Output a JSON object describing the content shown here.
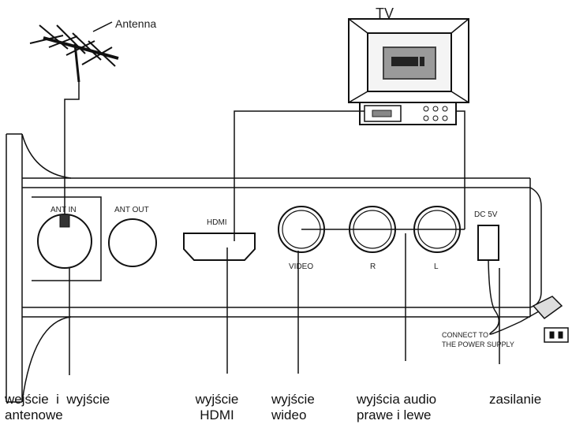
{
  "diagram": {
    "antenna_label": "Antenna",
    "tv_label": "TV",
    "panel": {
      "ant_in": "ANT IN",
      "ant_out": "ANT OUT",
      "hdmi": "HDMI",
      "video": "VIDEO",
      "r": "R",
      "l": "L",
      "dc": "DC 5V"
    },
    "power_note_line1": "CONNECT TO",
    "power_note_line2": "THE POWER SUPPLY"
  },
  "captions": {
    "antenna_io_line1": "wejście  i  wyjście",
    "antenna_io_line2": "antenowe",
    "hdmi_line1": "wyjście",
    "hdmi_line2": "HDMI",
    "video_line1": "wyjście",
    "video_line2": "wideo",
    "audio_line1": "wyjścia audio",
    "audio_line2": "prawe i lewe",
    "power": "zasilanie"
  }
}
